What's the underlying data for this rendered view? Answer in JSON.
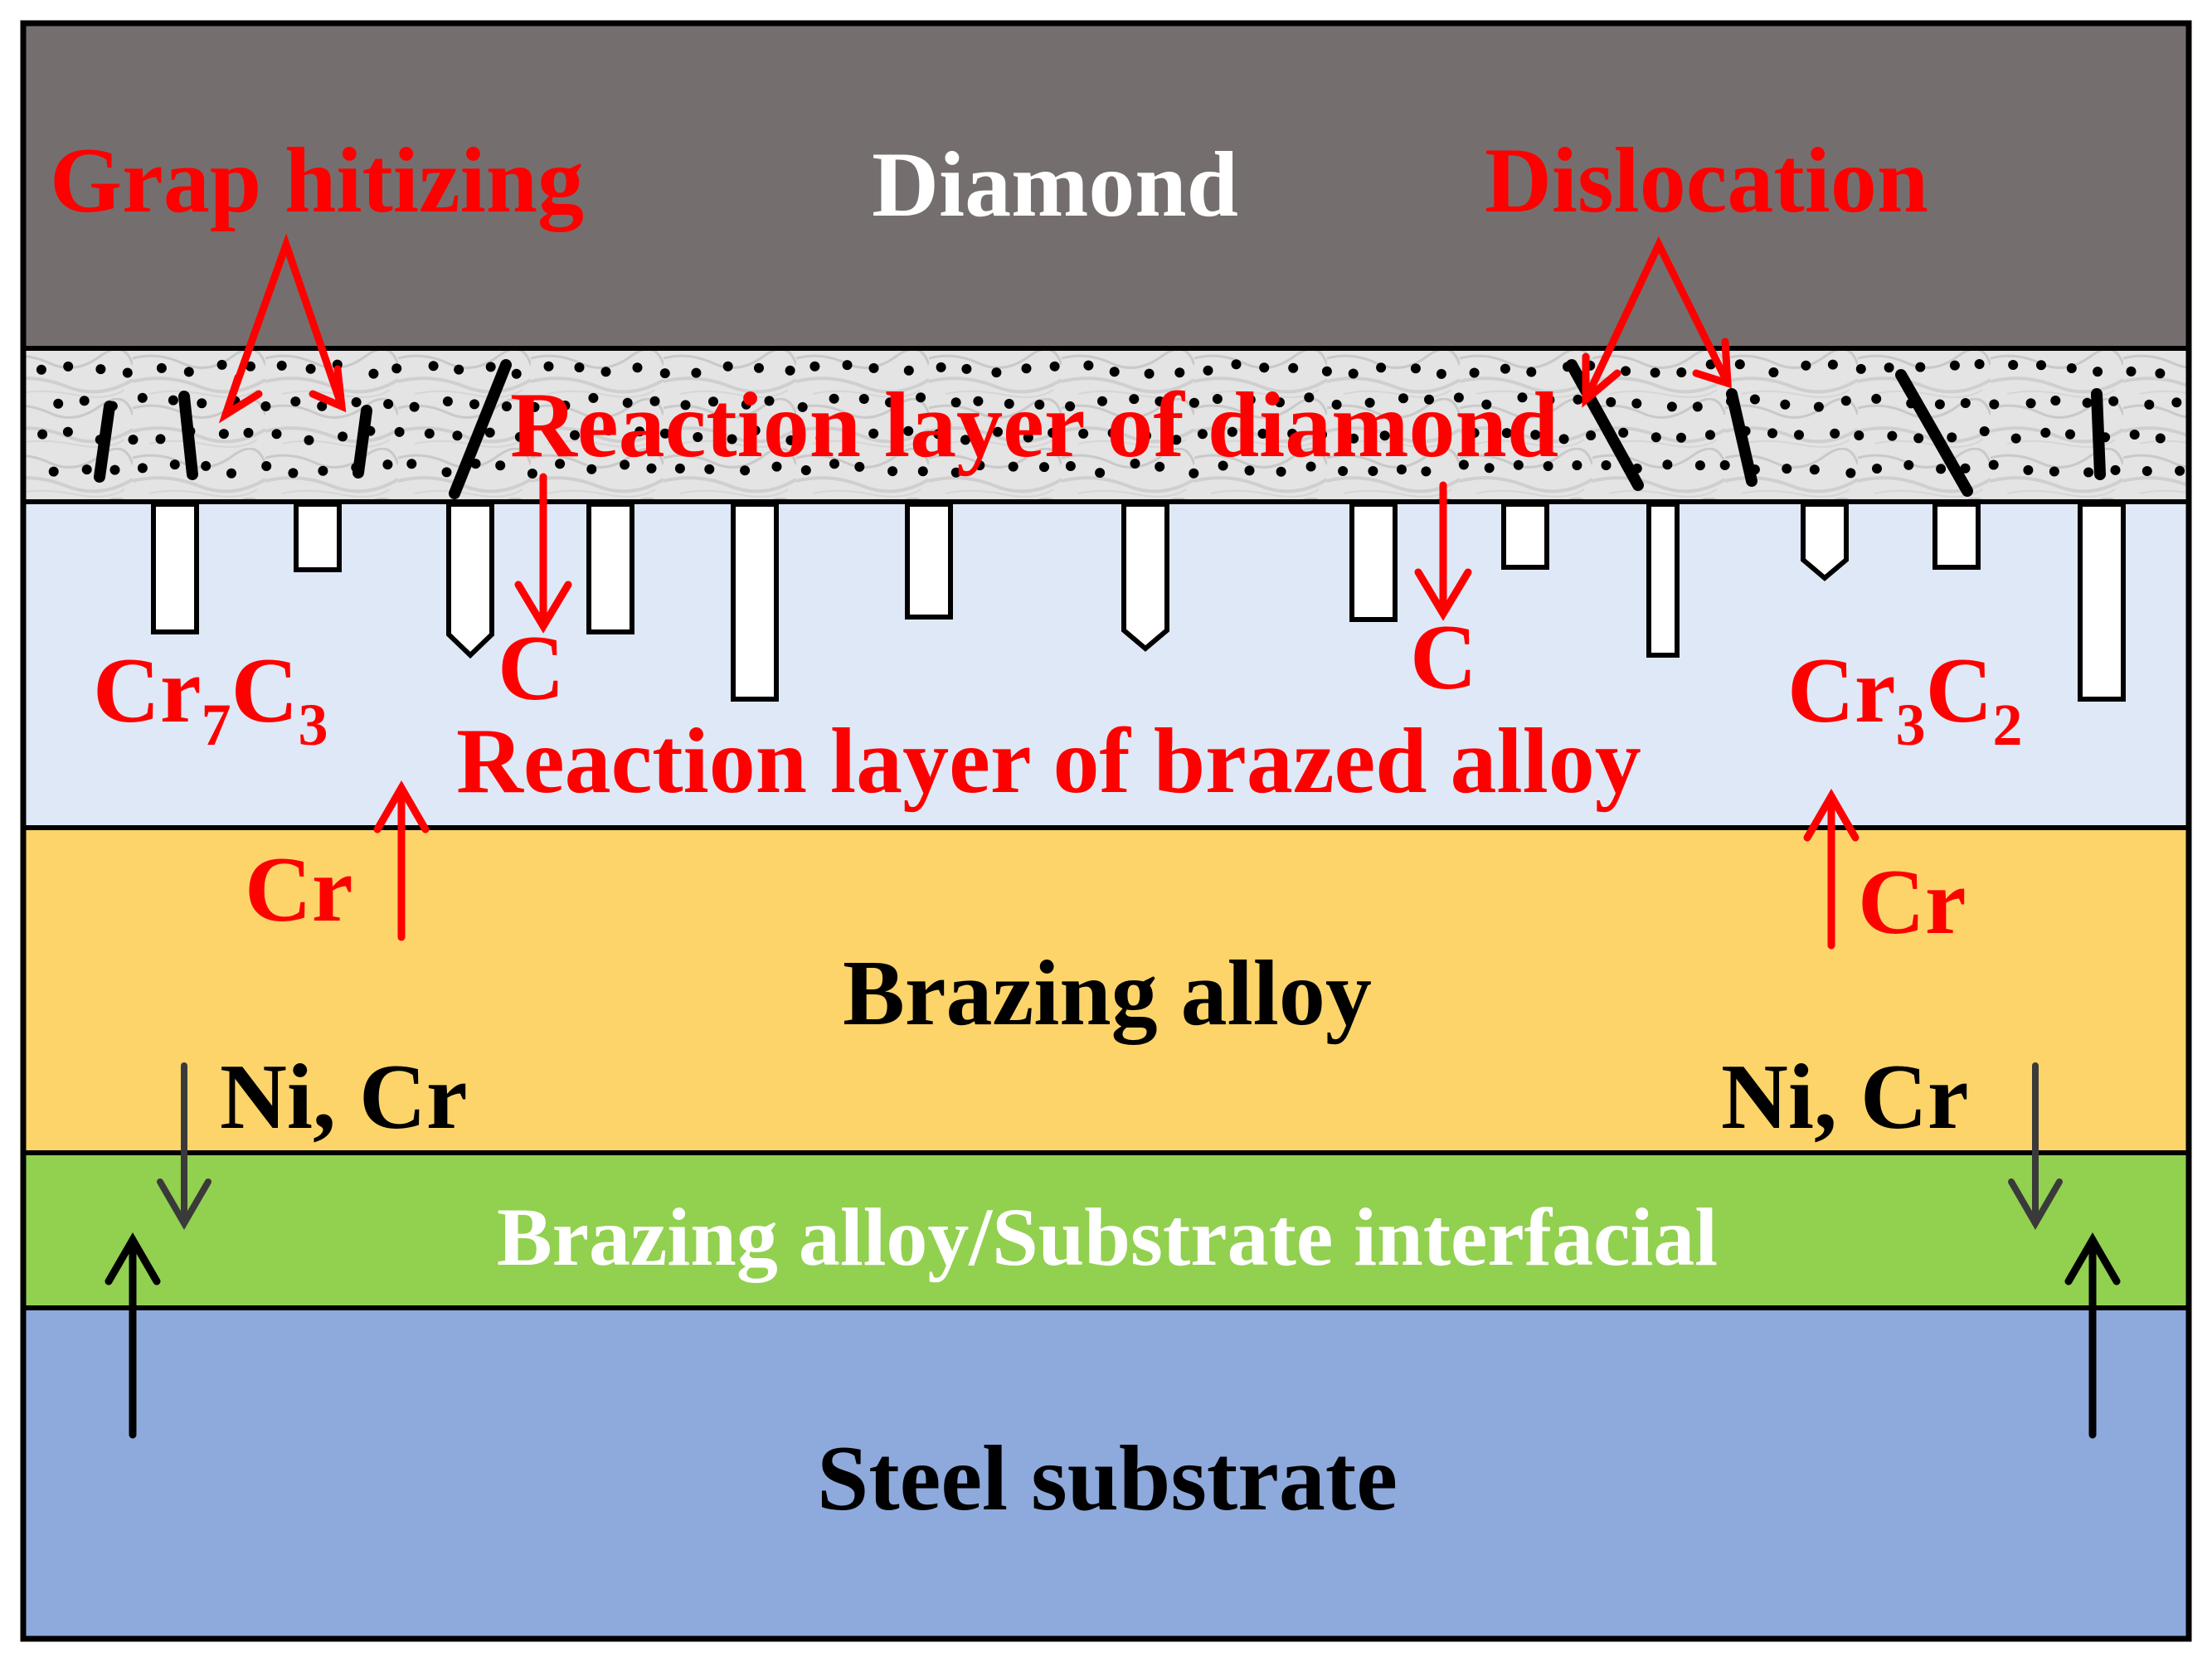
{
  "layers": {
    "diamond": "Diamond",
    "reaction_diamond": "Reaction layer of diamond",
    "reaction_brazed": "Reaction layer of brazed alloy",
    "brazing_alloy": "Brazing alloy",
    "interfacial": "Brazing alloy/Substrate interfacial",
    "steel": "Steel substrate"
  },
  "annotations": {
    "graphitizing": "Grap hitizing",
    "dislocation": "Dislocation",
    "carbon_left": "C",
    "carbon_right": "C",
    "cr7c3": {
      "main": "Cr",
      "sub1": "7",
      "mid": "C",
      "sub2": "3"
    },
    "cr3c2": {
      "main": "Cr",
      "sub1": "3",
      "mid": "C",
      "sub2": "2"
    },
    "cr_left": "Cr",
    "cr_right": "Cr",
    "nicr_left": "Ni, Cr",
    "nicr_right": "Ni, Cr"
  },
  "colors": {
    "diamond": "#746f6e",
    "reaction_diamond": "#e3e3e3",
    "reaction_brazed": "#dfe8f6",
    "brazing_alloy": "#fcd46a",
    "interfacial": "#92d050",
    "steel": "#8eaadc",
    "annotation": "#ff0000",
    "diffusion_arrow": "#3a3a3a"
  }
}
